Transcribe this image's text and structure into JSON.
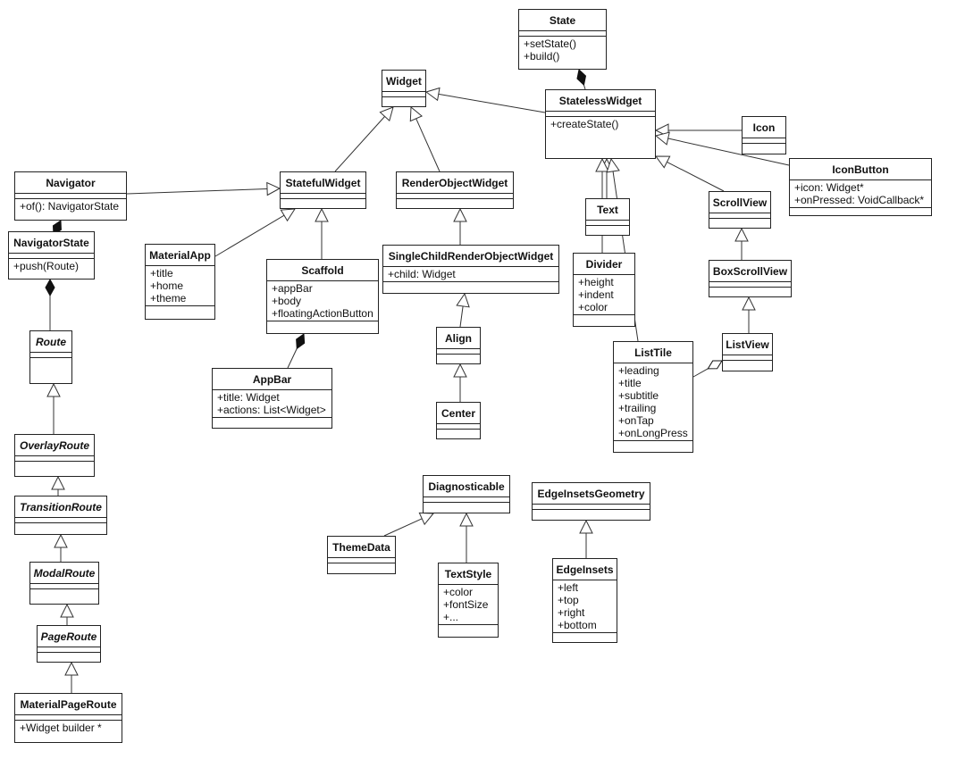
{
  "diagram": {
    "classes": [
      {
        "id": "state",
        "name": "State",
        "methods": [
          "+setState()",
          "+build()"
        ]
      },
      {
        "id": "widget",
        "name": "Widget"
      },
      {
        "id": "statelesswidget",
        "name": "StatelessWidget",
        "methods": [
          "+createState()"
        ]
      },
      {
        "id": "icon",
        "name": "Icon"
      },
      {
        "id": "iconbutton",
        "name": "IconButton",
        "fields": [
          "+icon: Widget*",
          "+onPressed: VoidCallback*"
        ]
      },
      {
        "id": "navigator",
        "name": "Navigator",
        "methods": [
          "+of(): NavigatorState"
        ]
      },
      {
        "id": "navigatorstate",
        "name": "NavigatorState",
        "methods": [
          "+push(Route)"
        ]
      },
      {
        "id": "statefulwidget",
        "name": "StatefulWidget"
      },
      {
        "id": "renderobjectwidget",
        "name": "RenderObjectWidget"
      },
      {
        "id": "text",
        "name": "Text"
      },
      {
        "id": "scrollview",
        "name": "ScrollView"
      },
      {
        "id": "materialapp",
        "name": "MaterialApp",
        "fields": [
          "+title",
          "+home",
          "+theme"
        ]
      },
      {
        "id": "scaffold",
        "name": "Scaffold",
        "fields": [
          "+appBar",
          "+body",
          "+floatingActionButton"
        ]
      },
      {
        "id": "singlechild",
        "name": "SingleChildRenderObjectWidget",
        "fields": [
          "+child: Widget"
        ]
      },
      {
        "id": "divider",
        "name": "Divider",
        "fields": [
          "+height",
          "+indent",
          "+color"
        ]
      },
      {
        "id": "boxscrollview",
        "name": "BoxScrollView"
      },
      {
        "id": "route",
        "name": "Route",
        "italic": true
      },
      {
        "id": "align",
        "name": "Align"
      },
      {
        "id": "listview",
        "name": "ListView"
      },
      {
        "id": "listtile",
        "name": "ListTile",
        "fields": [
          "+leading",
          "+title",
          "+subtitle",
          "+trailing",
          "+onTap",
          "+onLongPress"
        ]
      },
      {
        "id": "appbar",
        "name": "AppBar",
        "fields": [
          "+title: Widget",
          "+actions: List<Widget>"
        ]
      },
      {
        "id": "center",
        "name": "Center"
      },
      {
        "id": "overlayroute",
        "name": "OverlayRoute",
        "italic": true
      },
      {
        "id": "diagnosticable",
        "name": "Diagnosticable"
      },
      {
        "id": "edgeinsetsgeometry",
        "name": "EdgeInsetsGeometry"
      },
      {
        "id": "transitionroute",
        "name": "TransitionRoute",
        "italic": true
      },
      {
        "id": "themedata",
        "name": "ThemeData"
      },
      {
        "id": "textstyle",
        "name": "TextStyle",
        "fields": [
          "+color",
          "+fontSize",
          "+..."
        ]
      },
      {
        "id": "edgeinsets",
        "name": "EdgeInsets",
        "fields": [
          "+left",
          "+top",
          "+right",
          "+bottom"
        ]
      },
      {
        "id": "modalroute",
        "name": "ModalRoute",
        "italic": true
      },
      {
        "id": "pageroute",
        "name": "PageRoute",
        "italic": true
      },
      {
        "id": "materialpageroute",
        "name": "MaterialPageRoute",
        "methods": [
          "+Widget builder *"
        ]
      }
    ],
    "relations": [
      {
        "type": "inheritance",
        "from": "statelesswidget",
        "to": "widget"
      },
      {
        "type": "inheritance",
        "from": "statefulwidget",
        "to": "widget"
      },
      {
        "type": "inheritance",
        "from": "renderobjectwidget",
        "to": "widget"
      },
      {
        "type": "composition",
        "from": "statelesswidget",
        "to": "state"
      },
      {
        "type": "inheritance",
        "from": "icon",
        "to": "statelesswidget"
      },
      {
        "type": "inheritance",
        "from": "iconbutton",
        "to": "statelesswidget"
      },
      {
        "type": "inheritance",
        "from": "scrollview",
        "to": "statelesswidget"
      },
      {
        "type": "inheritance",
        "from": "text",
        "to": "statelesswidget"
      },
      {
        "type": "inheritance",
        "from": "divider",
        "to": "statelesswidget"
      },
      {
        "type": "inheritance",
        "from": "listtile",
        "to": "statelesswidget"
      },
      {
        "type": "inheritance",
        "from": "navigator",
        "to": "statefulwidget"
      },
      {
        "type": "inheritance",
        "from": "materialapp",
        "to": "statefulwidget"
      },
      {
        "type": "inheritance",
        "from": "scaffold",
        "to": "statefulwidget"
      },
      {
        "type": "inheritance",
        "from": "singlechild",
        "to": "renderobjectwidget"
      },
      {
        "type": "inheritance",
        "from": "align",
        "to": "singlechild"
      },
      {
        "type": "inheritance",
        "from": "center",
        "to": "align"
      },
      {
        "type": "inheritance",
        "from": "boxscrollview",
        "to": "scrollview"
      },
      {
        "type": "inheritance",
        "from": "listview",
        "to": "boxscrollview"
      },
      {
        "type": "aggregation",
        "from": "listtile",
        "to": "listview"
      },
      {
        "type": "composition",
        "from": "appbar",
        "to": "scaffold"
      },
      {
        "type": "composition",
        "from": "navigatorstate",
        "to": "navigator"
      },
      {
        "type": "composition",
        "from": "route",
        "to": "navigatorstate"
      },
      {
        "type": "inheritance",
        "from": "overlayroute",
        "to": "route"
      },
      {
        "type": "inheritance",
        "from": "transitionroute",
        "to": "overlayroute"
      },
      {
        "type": "inheritance",
        "from": "modalroute",
        "to": "transitionroute"
      },
      {
        "type": "inheritance",
        "from": "pageroute",
        "to": "modalroute"
      },
      {
        "type": "inheritance",
        "from": "materialpageroute",
        "to": "pageroute"
      },
      {
        "type": "inheritance",
        "from": "themedata",
        "to": "diagnosticable"
      },
      {
        "type": "inheritance",
        "from": "textstyle",
        "to": "diagnosticable"
      },
      {
        "type": "inheritance",
        "from": "edgeinsets",
        "to": "edgeinsetsgeometry"
      }
    ]
  }
}
